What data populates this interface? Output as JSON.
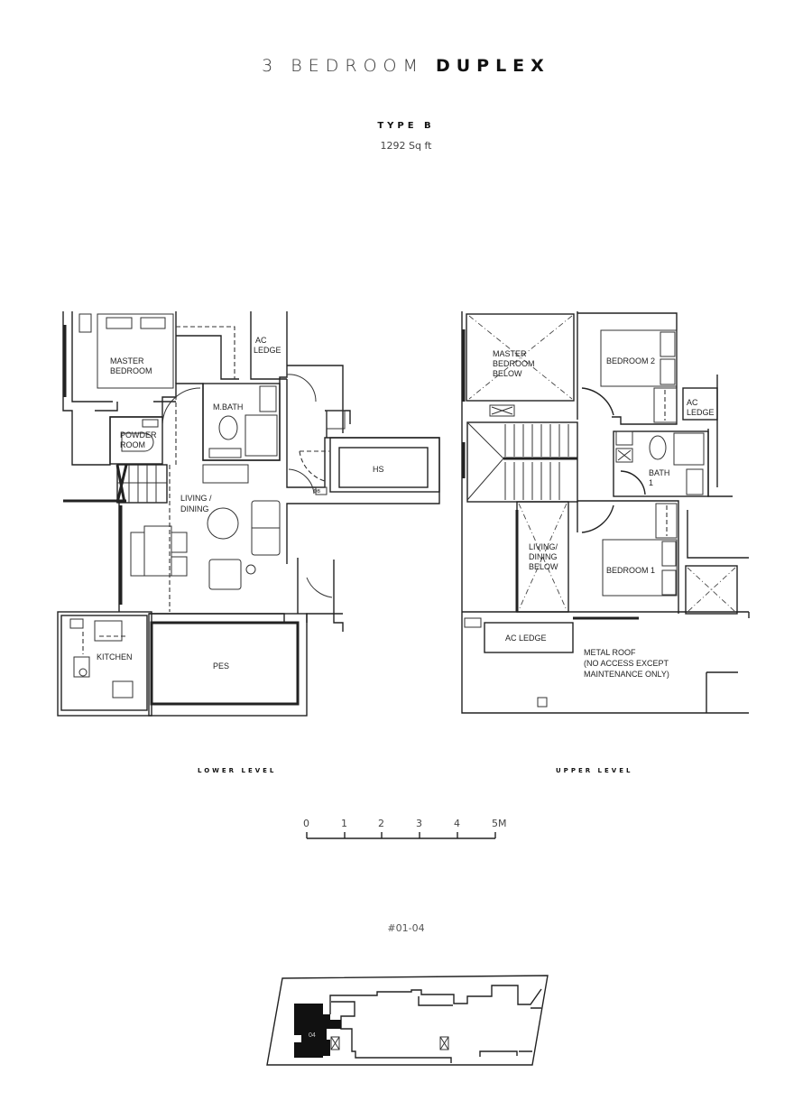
{
  "header": {
    "title_light": "3 BEDROOM",
    "title_bold": "DUPLEX",
    "type": "TYPE B",
    "area": "1292 Sq ft"
  },
  "lower_level": {
    "caption": "LOWER LEVEL",
    "rooms": {
      "master_bedroom": [
        "MASTER",
        "BEDROOM"
      ],
      "ac_ledge": [
        "AC",
        "LEDGE"
      ],
      "m_bath": "M.BATH",
      "powder_room": [
        "POWDER",
        "ROOM"
      ],
      "living_dining": [
        "LIVING /",
        "DINING"
      ],
      "hs": "HS",
      "db": "DB",
      "kitchen": "KITCHEN",
      "pes": "PES"
    }
  },
  "upper_level": {
    "caption": "UPPER LEVEL",
    "rooms": {
      "master_bedroom_below": [
        "MASTER",
        "BEDROOM",
        "BELOW"
      ],
      "bedroom_2": "BEDROOM 2",
      "ac_ledge_right": [
        "AC",
        "LEDGE"
      ],
      "bath_1": [
        "BATH",
        "1"
      ],
      "living_dining_below": [
        "LIVING/",
        "DINING",
        "BELOW"
      ],
      "bedroom_1": "BEDROOM 1",
      "ac_ledge_bottom": "AC LEDGE",
      "metal_roof": [
        "METAL ROOF",
        "(NO ACCESS EXCEPT",
        "MAINTENANCE ONLY)"
      ]
    }
  },
  "scale_bar": {
    "ticks": [
      "0",
      "1",
      "2",
      "3",
      "4",
      "5M"
    ]
  },
  "unit_number": "#01-04",
  "key_plan": {
    "unit_label": "04"
  }
}
